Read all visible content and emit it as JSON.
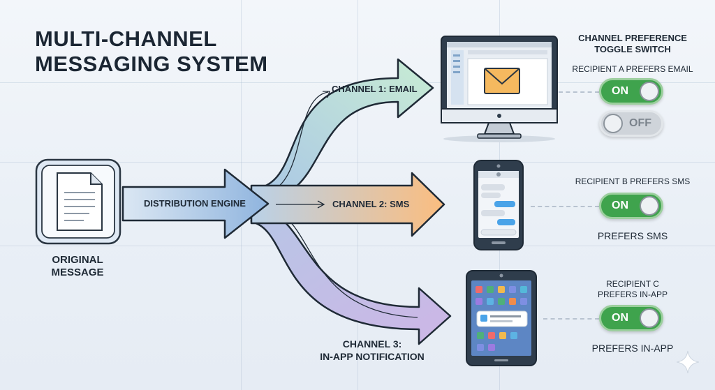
{
  "title": {
    "line1": "MULTI-CHANNEL",
    "line2": "MESSAGING SYSTEM"
  },
  "source": {
    "label_line1": "ORIGINAL",
    "label_line2": "MESSAGE",
    "icon": "document-icon"
  },
  "engine": {
    "label": "DISTRIBUTION ENGINE"
  },
  "channels": [
    {
      "label": "CHANNEL 1: EMAIL",
      "color": "#bfe3cf",
      "device": "desktop-monitor-icon"
    },
    {
      "label": "CHANNEL 2: SMS",
      "color": "#fbc48c",
      "device": "smartphone-icon"
    },
    {
      "label_line1": "CHANNEL 3:",
      "label_line2": "IN-APP NOTIFICATION",
      "color": "#c8b4e3",
      "device": "tablet-icon"
    }
  ],
  "preferences": {
    "heading_line1": "CHANNEL PREFERENCE",
    "heading_line2": "TOGGLE SWITCH",
    "recipient_a": {
      "label": "RECIPIENT A PREFERS EMAIL",
      "toggle_on": "ON",
      "toggle_off": "OFF"
    },
    "recipient_b": {
      "label": "RECIPIENT B PREFERS SMS",
      "toggle": "ON",
      "caption": "PREFERS SMS"
    },
    "recipient_c": {
      "label_line1": "RECIPIENT C",
      "label_line2": "PREFERS IN-APP",
      "toggle": "ON",
      "caption": "PREFERS IN-APP"
    }
  },
  "colors": {
    "engine_arrow": "#a9c6e6",
    "arrow_outline": "#1f2a36",
    "toggle_on": "#3fa34d",
    "toggle_off": "#cfd4da"
  }
}
